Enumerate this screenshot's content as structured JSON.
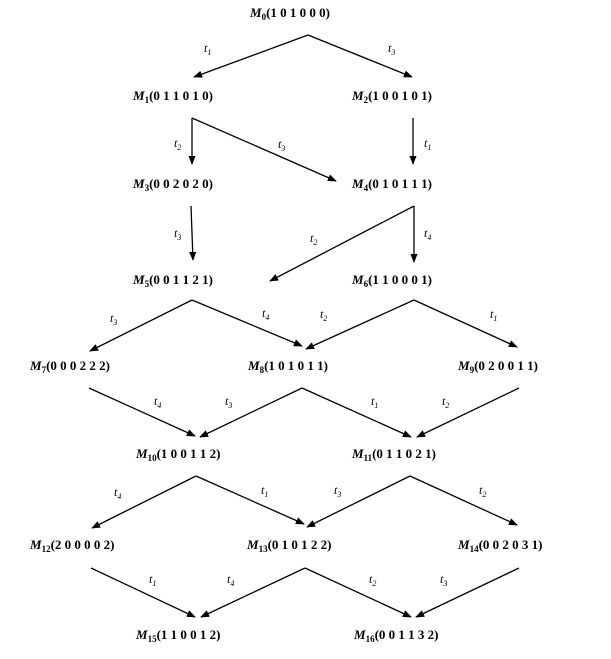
{
  "nodes": [
    {
      "id": "M0",
      "name": "M",
      "sub": "0",
      "marking": "(1 0 1 0 0 0)"
    },
    {
      "id": "M1",
      "name": "M",
      "sub": "1",
      "marking": "(0 1 1 0 1 0)"
    },
    {
      "id": "M2",
      "name": "M",
      "sub": "2",
      "marking": "(1 0 0 1 0 1)"
    },
    {
      "id": "M3",
      "name": "M",
      "sub": "3",
      "marking": "(0 0 2 0 2 0)"
    },
    {
      "id": "M4",
      "name": "M",
      "sub": "4",
      "marking": "(0 1 0 1 1 1)"
    },
    {
      "id": "M5",
      "name": "M",
      "sub": "5",
      "marking": "(0 0 1 1 2 1)"
    },
    {
      "id": "M6",
      "name": "M",
      "sub": "6",
      "marking": "(1 1 0 0 0 1)"
    },
    {
      "id": "M7",
      "name": "M",
      "sub": "7",
      "marking": "(0 0 0 2 2 2)"
    },
    {
      "id": "M8",
      "name": "M",
      "sub": "8",
      "marking": "(1 0 1 0 1 1)"
    },
    {
      "id": "M9",
      "name": "M",
      "sub": "9",
      "marking": "(0 2 0 0 1 1)"
    },
    {
      "id": "M10",
      "name": "M",
      "sub": "10",
      "marking": "(1 0 0 1 1 2)"
    },
    {
      "id": "M11",
      "name": "M",
      "sub": "11",
      "marking": "(0 1 1 0 2 1)"
    },
    {
      "id": "M12",
      "name": "M",
      "sub": "12",
      "marking": "(2 0 0 0 0 2)"
    },
    {
      "id": "M13",
      "name": "M",
      "sub": "13",
      "marking": "(0 1 0 1 2 2)"
    },
    {
      "id": "M14",
      "name": "M",
      "sub": "14",
      "marking": "(0 0 2 0 3 1)"
    },
    {
      "id": "M15",
      "name": "M",
      "sub": "15",
      "marking": "(1 1 0 0 1 2)"
    },
    {
      "id": "M16",
      "name": "M",
      "sub": "16",
      "marking": "(0 0 1 1 3 2)"
    }
  ],
  "edges": [
    {
      "from": "M0",
      "to": "M1",
      "t": "t",
      "tsub": "1"
    },
    {
      "from": "M0",
      "to": "M2",
      "t": "t",
      "tsub": "3"
    },
    {
      "from": "M1",
      "to": "M3",
      "t": "t",
      "tsub": "2"
    },
    {
      "from": "M1",
      "to": "M4",
      "t": "t",
      "tsub": "3"
    },
    {
      "from": "M2",
      "to": "M4",
      "t": "t",
      "tsub": "1"
    },
    {
      "from": "M3",
      "to": "M5",
      "t": "t",
      "tsub": "3"
    },
    {
      "from": "M4",
      "to": "M5",
      "t": "t",
      "tsub": "2"
    },
    {
      "from": "M4",
      "to": "M6",
      "t": "t",
      "tsub": "4"
    },
    {
      "from": "M5",
      "to": "M7",
      "t": "t",
      "tsub": "3"
    },
    {
      "from": "M5",
      "to": "M8",
      "t": "t",
      "tsub": "4"
    },
    {
      "from": "M6",
      "to": "M8",
      "t": "t",
      "tsub": "2"
    },
    {
      "from": "M6",
      "to": "M9",
      "t": "t",
      "tsub": "1"
    },
    {
      "from": "M7",
      "to": "M10",
      "t": "t",
      "tsub": "4"
    },
    {
      "from": "M8",
      "to": "M10",
      "t": "t",
      "tsub": "3"
    },
    {
      "from": "M8",
      "to": "M11",
      "t": "t",
      "tsub": "1"
    },
    {
      "from": "M9",
      "to": "M11",
      "t": "t",
      "tsub": "2"
    },
    {
      "from": "M10",
      "to": "M12",
      "t": "t",
      "tsub": "4"
    },
    {
      "from": "M10",
      "to": "M13",
      "t": "t",
      "tsub": "1"
    },
    {
      "from": "M11",
      "to": "M13",
      "t": "t",
      "tsub": "3"
    },
    {
      "from": "M11",
      "to": "M14",
      "t": "t",
      "tsub": "2"
    },
    {
      "from": "M12",
      "to": "M15",
      "t": "t",
      "tsub": "1"
    },
    {
      "from": "M13",
      "to": "M15",
      "t": "t",
      "tsub": "4"
    },
    {
      "from": "M13",
      "to": "M16",
      "t": "t",
      "tsub": "2"
    },
    {
      "from": "M14",
      "to": "M16",
      "t": "t",
      "tsub": "3"
    }
  ]
}
